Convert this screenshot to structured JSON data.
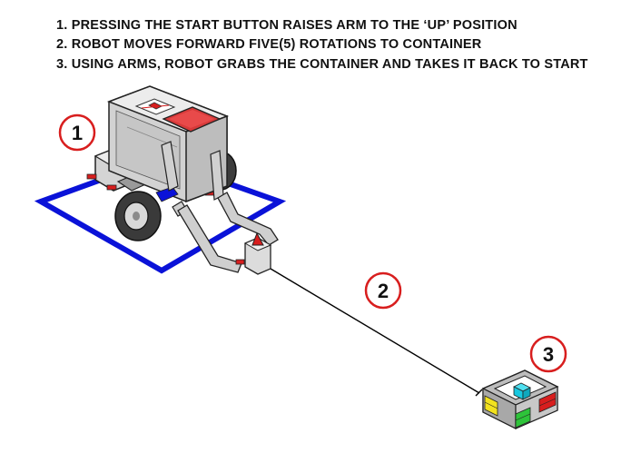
{
  "instructions": [
    "1. PRESSING THE START BUTTON RAISES ARM TO THE ‘UP’ POSITION",
    "2. ROBOT MOVES FORWARD FIVE(5) ROTATIONS TO CONTAINER",
    "3. USING ARMS, ROBOT GRABS THE CONTAINER AND TAKES IT BACK TO START"
  ],
  "markers": [
    "1",
    "2",
    "3"
  ],
  "colors": {
    "start_area": "#0a12d8",
    "marker_ring": "#d81e1e",
    "path_line": "#000000",
    "brick_screen": "#e22c2c",
    "container_blocks": [
      "#f2e21e",
      "#18c8e0",
      "#2ec43a",
      "#d81e1e"
    ]
  }
}
